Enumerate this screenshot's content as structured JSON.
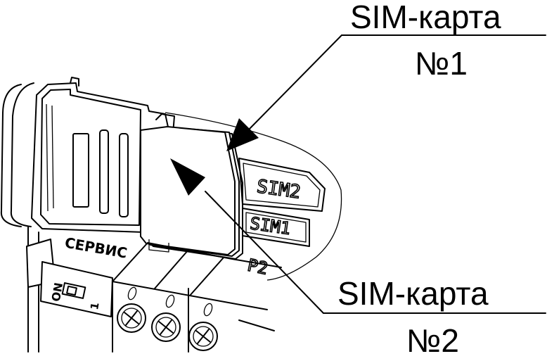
{
  "callouts": {
    "sim1_line1": "SIM-карта",
    "sim1_line2": "№1",
    "sim2_line1": "SIM-карта",
    "sim2_line2": "№2"
  },
  "board_labels": {
    "service": "СЕРВИС",
    "slot_sim2": "SIM2",
    "slot_sim1": "SIM1",
    "port": "P2",
    "switch_on": "ON",
    "switch_pos": "1"
  }
}
